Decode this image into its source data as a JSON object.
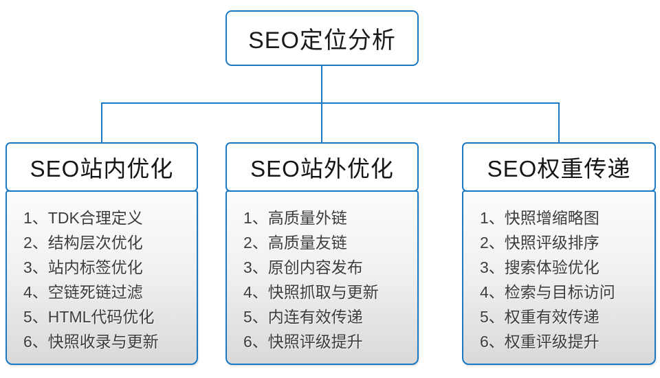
{
  "accent_color": "#1878c4",
  "root": {
    "label": "SEO定位分析"
  },
  "columns": [
    {
      "title": "SEO站内优化",
      "items": [
        "1、TDK合理定义",
        "2、结构层次优化",
        "3、站内标签优化",
        "4、空链死链过滤",
        "5、HTML代码优化",
        "6、快照收录与更新"
      ]
    },
    {
      "title": "SEO站外优化",
      "items": [
        "1、高质量外链",
        "2、高质量友链",
        "3、原创内容发布",
        "4、快照抓取与更新",
        "5、内连有效传递",
        "6、快照评级提升"
      ]
    },
    {
      "title": "SEO权重传递",
      "items": [
        "1、快照增缩略图",
        "2、快照评级排序",
        "3、搜索体验优化",
        "4、检索与目标访问",
        "5、权重有效传递",
        "6、权重评级提升"
      ]
    }
  ]
}
